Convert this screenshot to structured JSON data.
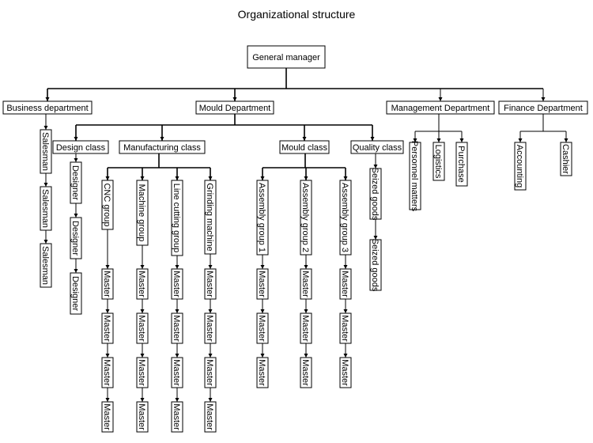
{
  "title": "Organizational structure",
  "root": {
    "label": "General manager",
    "children": [
      {
        "label": "Business department",
        "children": [
          {
            "label": "Salesman"
          },
          {
            "label": "Salesman"
          },
          {
            "label": "Salesman"
          }
        ]
      },
      {
        "label": "Mould Department",
        "children": [
          {
            "label": "Design class",
            "children": [
              {
                "label": "Designer"
              },
              {
                "label": "Designer"
              },
              {
                "label": "Designer"
              }
            ]
          },
          {
            "label": "Manufacturing class",
            "children": [
              {
                "label": "CNC group",
                "children": [
                  {
                    "label": "Master"
                  },
                  {
                    "label": "Master"
                  },
                  {
                    "label": "Master"
                  },
                  {
                    "label": "Master"
                  }
                ]
              },
              {
                "label": "Machine group",
                "children": [
                  {
                    "label": "Master"
                  },
                  {
                    "label": "Master"
                  },
                  {
                    "label": "Master"
                  },
                  {
                    "label": "Master"
                  }
                ]
              },
              {
                "label": "Line cutting group",
                "children": [
                  {
                    "label": "Master"
                  },
                  {
                    "label": "Master"
                  },
                  {
                    "label": "Master"
                  },
                  {
                    "label": "Master"
                  }
                ]
              },
              {
                "label": "Grinding machine",
                "children": [
                  {
                    "label": "Master"
                  },
                  {
                    "label": "Master"
                  },
                  {
                    "label": "Master"
                  },
                  {
                    "label": "Master"
                  }
                ]
              }
            ]
          },
          {
            "label": "Mould class",
            "children": [
              {
                "label": "Assembly group 1",
                "children": [
                  {
                    "label": "Master"
                  },
                  {
                    "label": "Master"
                  },
                  {
                    "label": "Master"
                  }
                ]
              },
              {
                "label": "Assembly group 2",
                "children": [
                  {
                    "label": "Master"
                  },
                  {
                    "label": "Master"
                  },
                  {
                    "label": "Master"
                  }
                ]
              },
              {
                "label": "Assembly group 3",
                "children": [
                  {
                    "label": "Master"
                  },
                  {
                    "label": "Master"
                  },
                  {
                    "label": "Master"
                  }
                ]
              }
            ]
          },
          {
            "label": "Quality class",
            "children": [
              {
                "label": "Seized goods"
              },
              {
                "label": "Seized goods"
              }
            ]
          }
        ]
      },
      {
        "label": "Management Department",
        "children": [
          {
            "label": "Personnel matters"
          },
          {
            "label": "Logistics"
          },
          {
            "label": "Purchase"
          }
        ]
      },
      {
        "label": "Finance Department",
        "children": [
          {
            "label": "Accounting"
          },
          {
            "label": "Cashier"
          }
        ]
      }
    ]
  }
}
